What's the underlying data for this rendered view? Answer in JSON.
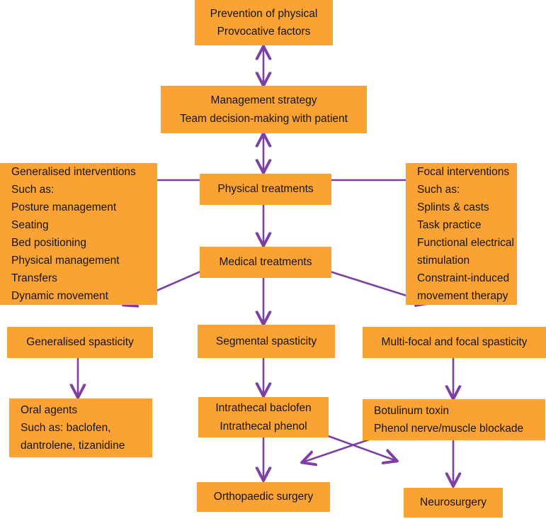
{
  "diagram": {
    "title": "Spasticity management pathway flowchart",
    "colors": {
      "node_fill": "#FAA233",
      "edge": "#7D3FA3",
      "text": "#141414",
      "background": "#FFFFFF"
    },
    "nodes": [
      {
        "id": "prevention",
        "lines": [
          "Prevention of physical",
          "Provocative factors"
        ]
      },
      {
        "id": "management",
        "lines": [
          "Management strategy",
          "Team decision-making with patient"
        ]
      },
      {
        "id": "physical",
        "lines": [
          "Physical treatments"
        ]
      },
      {
        "id": "medical",
        "lines": [
          "Medical treatments"
        ]
      },
      {
        "id": "generalised-interventions",
        "lines": [
          "Generalised interventions",
          "Such as:",
          "Posture management",
          "Seating",
          "Bed positioning",
          "Physical management",
          "Transfers",
          "Dynamic movement"
        ]
      },
      {
        "id": "focal-interventions",
        "lines": [
          "Focal interventions",
          "Such as:",
          "Splints & casts",
          "Task practice",
          "Functional electrical",
          "stimulation",
          "Constraint-induced",
          "movement therapy"
        ]
      },
      {
        "id": "generalised-spasticity",
        "lines": [
          "Generalised spasticity"
        ]
      },
      {
        "id": "segmental-spasticity",
        "lines": [
          "Segmental spasticity"
        ]
      },
      {
        "id": "multifocal-spasticity",
        "lines": [
          "Multi-focal and focal spasticity"
        ]
      },
      {
        "id": "oral-agents",
        "lines": [
          "Oral agents",
          "Such as: baclofen,",
          "dantrolene, tizanidine"
        ]
      },
      {
        "id": "intrathecal",
        "lines": [
          "Intrathecal baclofen",
          "Intrathecal phenol"
        ]
      },
      {
        "id": "botulinum",
        "lines": [
          "Botulinum toxin",
          "Phenol nerve/muscle blockade"
        ]
      },
      {
        "id": "orthopaedic",
        "lines": [
          "Orthopaedic surgery"
        ]
      },
      {
        "id": "neurosurgery",
        "lines": [
          "Neurosurgery"
        ]
      }
    ],
    "edges": [
      {
        "from": "prevention",
        "to": "management",
        "style": "double-arrow"
      },
      {
        "from": "management",
        "to": "physical",
        "style": "double-arrow"
      },
      {
        "from": "generalised-interventions",
        "to": "physical",
        "style": "line"
      },
      {
        "from": "physical",
        "to": "focal-interventions",
        "style": "line"
      },
      {
        "from": "physical",
        "to": "medical",
        "style": "arrow"
      },
      {
        "from": "medical",
        "to": "generalised-interventions",
        "style": "arrow-diagonal"
      },
      {
        "from": "medical",
        "to": "focal-interventions",
        "style": "arrow-diagonal"
      },
      {
        "from": "medical",
        "to": "segmental-spasticity",
        "style": "arrow"
      },
      {
        "from": "generalised-spasticity",
        "to": "oral-agents",
        "style": "arrow"
      },
      {
        "from": "segmental-spasticity",
        "to": "intrathecal",
        "style": "arrow"
      },
      {
        "from": "multifocal-spasticity",
        "to": "botulinum",
        "style": "arrow"
      },
      {
        "from": "intrathecal",
        "to": "orthopaedic",
        "style": "arrow"
      },
      {
        "from": "intrathecal",
        "to": "neurosurgery-cross",
        "style": "arrow-diagonal"
      },
      {
        "from": "botulinum",
        "to": "orthopaedic-cross",
        "style": "arrow-diagonal"
      },
      {
        "from": "botulinum",
        "to": "neurosurgery",
        "style": "arrow"
      }
    ]
  }
}
